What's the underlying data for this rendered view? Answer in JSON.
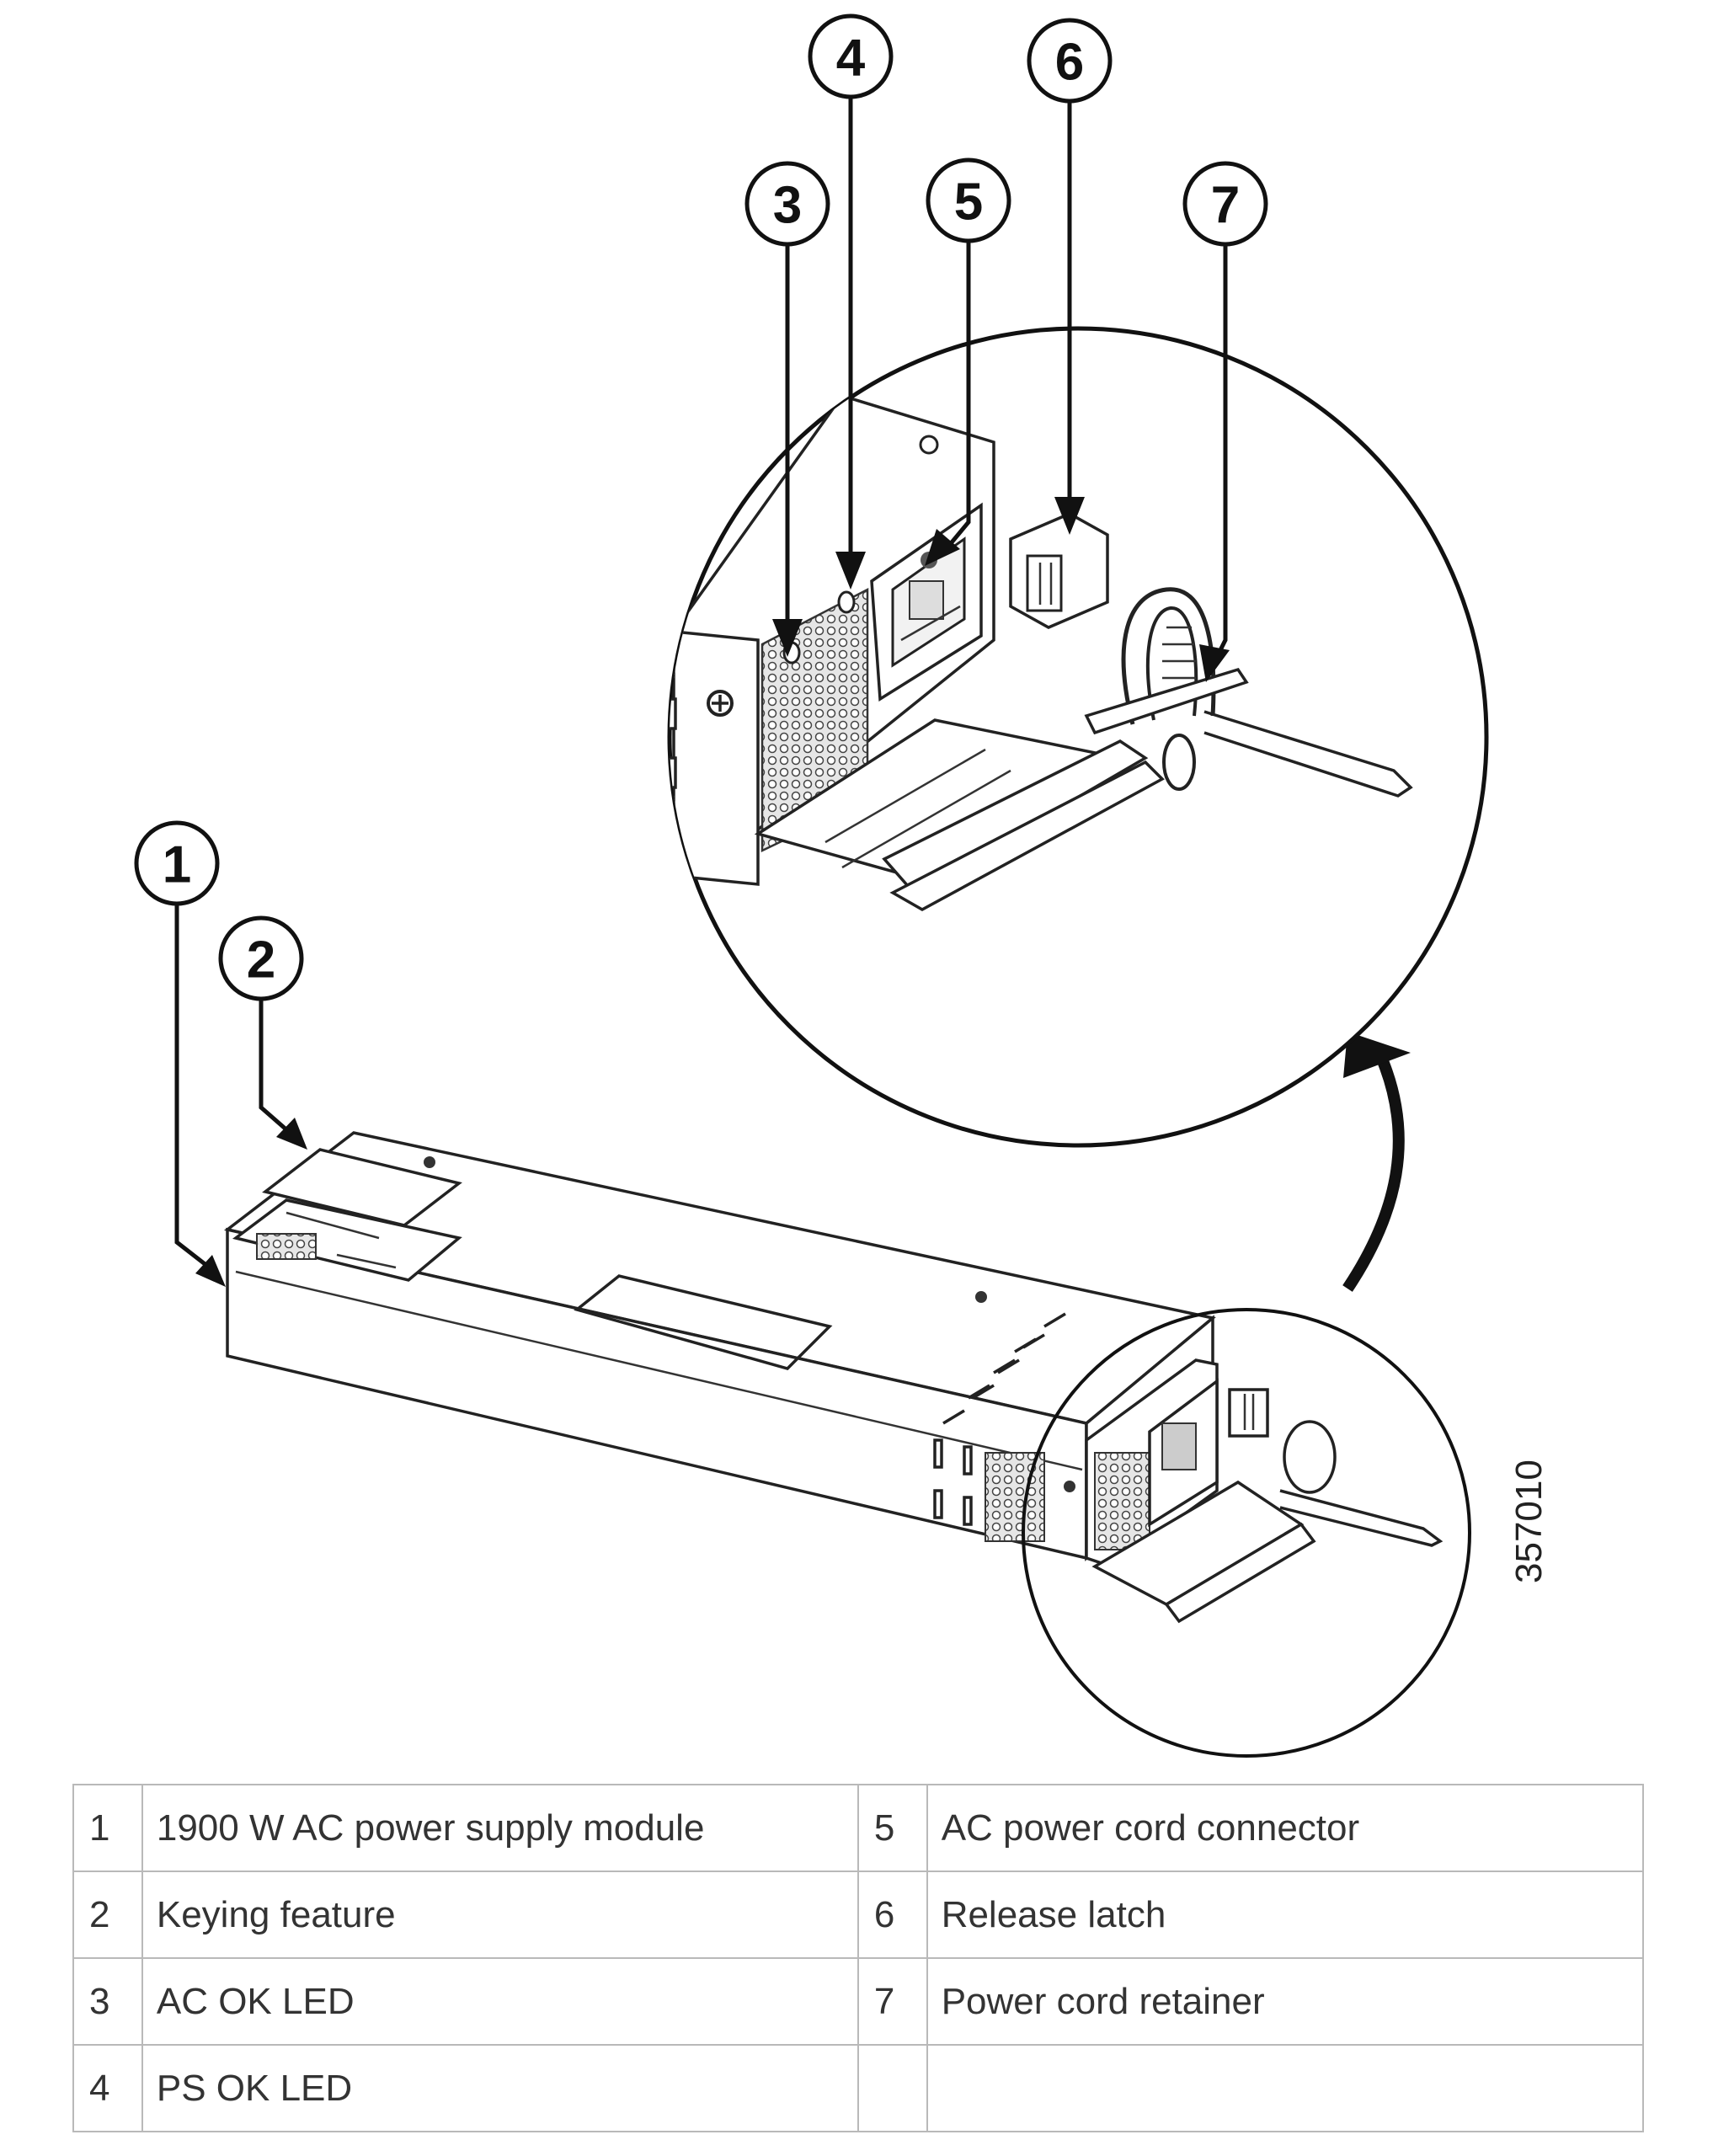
{
  "figure": {
    "figure_id": "357010",
    "callouts": [
      {
        "number": "1"
      },
      {
        "number": "2"
      },
      {
        "number": "3"
      },
      {
        "number": "4"
      },
      {
        "number": "5"
      },
      {
        "number": "6"
      },
      {
        "number": "7"
      }
    ]
  },
  "legend": {
    "rows": [
      {
        "left_num": "1",
        "left_label": "1900 W AC power supply module",
        "right_num": "5",
        "right_label": "AC power cord connector"
      },
      {
        "left_num": "2",
        "left_label": "Keying feature",
        "right_num": "6",
        "right_label": "Release latch"
      },
      {
        "left_num": "3",
        "left_label": "AC OK LED",
        "right_num": "7",
        "right_label": "Power cord retainer"
      },
      {
        "left_num": "4",
        "left_label": "PS OK LED",
        "right_num": "",
        "right_label": ""
      }
    ]
  }
}
